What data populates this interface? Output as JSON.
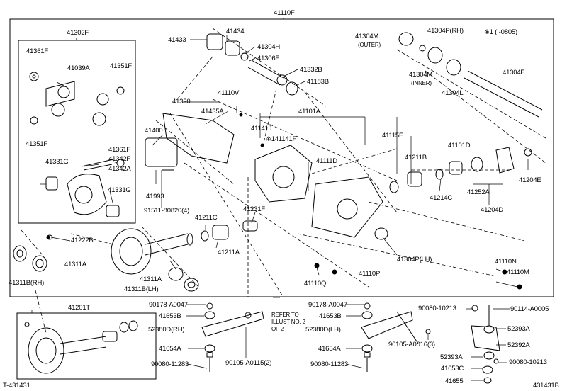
{
  "diagram": {
    "bottom_left_code": "T-431431",
    "bottom_right_code": "431431B",
    "footnote": "※1 (    -0805)",
    "refer_note": "REFER TO ILLUST NO. 2 OF 2",
    "parts": {
      "p41110F": "41110F",
      "p41302F": "41302F",
      "p41361F_top": "41361F",
      "p41039A": "41039A",
      "p41351F_top": "41351F",
      "p41351F_bot": "41351F",
      "p41361F_bot": "41361F",
      "p41342F": "41342F",
      "p41342A": "41342A",
      "p41331G_l": "41331G",
      "p41331G_r": "41331G",
      "p41222B": "41222B",
      "p41311A_l": "41311A",
      "p41311B_rh": "41311B(RH)",
      "p41433": "41433",
      "p41434": "41434",
      "p41304H": "41304H",
      "p41306F": "41306F",
      "p41332B": "41332B",
      "p41183B": "41183B",
      "p41304M": "41304M",
      "p41304M_outer": "(OUTER)",
      "p41304P_rh": "41304P(RH)",
      "p41304M_inner_num": "41304M",
      "p41304M_inner": "(INNER)",
      "p41304L": "41304L",
      "p41304F": "41304F",
      "p41320": "41320",
      "p41110V": "41110V",
      "p41435A": "41435A",
      "p41400": "41400",
      "p41993": "41993",
      "p91511": "91511-80820(4)",
      "p41101A": "41101A",
      "p41141J": "41141J",
      "p41141F": "※141141F",
      "p41111D": "41111D",
      "p41115F": "41115F",
      "p41211B": "41211B",
      "p41101D": "41101D",
      "p41214C": "41214C",
      "p41252A": "41252A",
      "p41204D": "41204D",
      "p41204E": "41204E",
      "p41231F": "41231F",
      "p41211C": "41211C",
      "p41211A": "41211A",
      "p41304P_lh": "41304P(LH)",
      "p41311A_c": "41311A",
      "p41311B_lh": "41311B(LH)",
      "p41110Q": "41110Q",
      "p41110P": "41110P",
      "p41110N": "41110N",
      "p41110M": "41110M",
      "p41201T": "41201T",
      "p90178_l": "90178-A0047",
      "p41653B_l": "41653B",
      "p52380D_rh": "52380D(RH)",
      "p41654A_l": "41654A",
      "p90080_11283_l": "90080-11283",
      "p90105_2": "90105-A0115(2)",
      "p90178_r": "90178-A0047",
      "p41653B_r": "41653B",
      "p52380D_lh": "52380D(LH)",
      "p41654A_r": "41654A",
      "p90080_11283_r": "90080-11283",
      "p90105_3": "90105-A0016(3)",
      "p90080_10213_t": "90080-10213",
      "p90114": "90114-A0005",
      "p52393A_t": "52393A",
      "p52392A": "52392A",
      "p52393A_b": "52393A",
      "p90080_10213_b": "90080-10213",
      "p41653C": "41653C",
      "p41655": "41655"
    }
  }
}
